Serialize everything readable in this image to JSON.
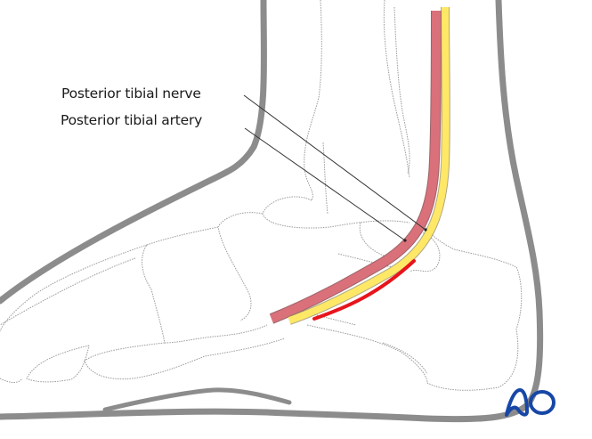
{
  "figure": {
    "description": "Medial view of the foot and ankle showing the course of the posterior tibial nerve and artery with the incision line",
    "labels": [
      {
        "id": "nerve",
        "text": "Posterior tibial nerve"
      },
      {
        "id": "artery",
        "text": "Posterior tibial artery"
      }
    ],
    "structures": {
      "nerve_color": "#ffe866",
      "artery_color": "#d9707a",
      "incision_color": "#e8141c",
      "skin_outline_color": "#8c8c8c",
      "bone_outline_color": "#9a9a9a"
    },
    "logo": {
      "text": "AO",
      "color": "#1747a6"
    }
  }
}
